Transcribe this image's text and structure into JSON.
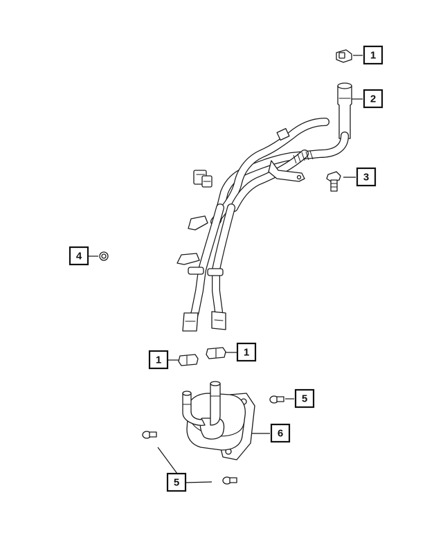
{
  "callouts": {
    "c1_top": "1",
    "c2": "2",
    "c3": "3",
    "c4": "4",
    "c1_left": "1",
    "c1_right": "1",
    "c5_right": "5",
    "c6": "6",
    "c5_bottom": "5"
  }
}
